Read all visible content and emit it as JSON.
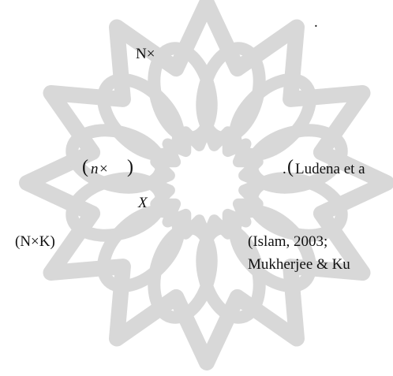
{
  "texts": {
    "dot": ".",
    "nx": "N×",
    "paren_left": "(",
    "n_italic": "n",
    "times": "× ",
    "paren_right": ")",
    "ludena_dot": ".",
    "ludena_paren": "(",
    "ludena": "Ludena et a",
    "x_italic": "X",
    "nxk": "(N×K)",
    "islam": "(Islam,   2003;",
    "mukherjee": "Mukherjee & Ku"
  },
  "watermark": {
    "icon": "islamic-star-rosette-watermark",
    "color": "#d8d8d8"
  }
}
